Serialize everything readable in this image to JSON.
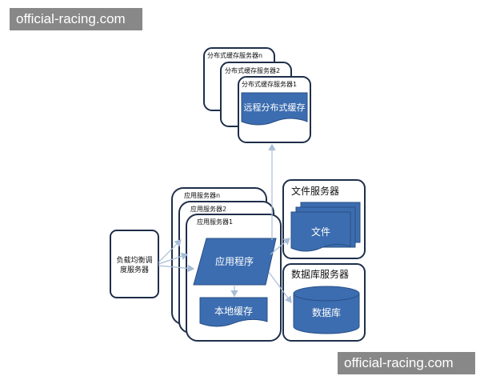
{
  "watermark": "official-racing.com",
  "diagram": {
    "cache_servers": [
      "分布式缓存服务器n",
      "分布式缓存服务器2",
      "分布式缓存服务器1"
    ],
    "remote_cache": "远程分布式缓存",
    "app_servers": [
      "应用服务器n",
      "应用服务器2",
      "应用服务器1"
    ],
    "application": "应用程序",
    "local_cache": "本地缓存",
    "load_balancer_line1": "负载均衡调",
    "load_balancer_line2": "度服务器",
    "file_server": "文件服务器",
    "file": "文件",
    "db_server": "数据库服务器",
    "database": "数据库"
  }
}
